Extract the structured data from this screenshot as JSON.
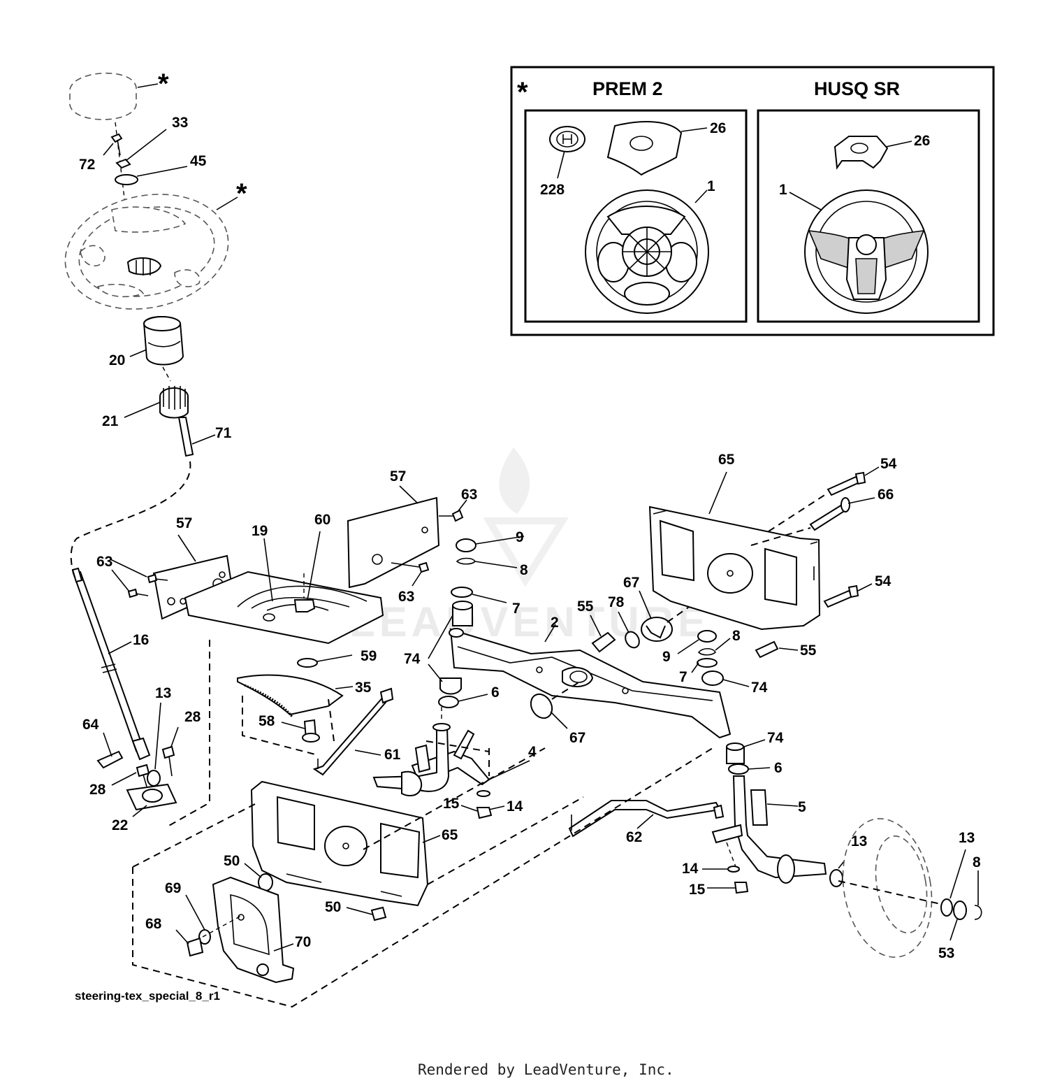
{
  "inset": {
    "marker": "*",
    "left_title": "PREM 2",
    "right_title": "HUSQ SR"
  },
  "drawing_code": "steering-tex_special_8_r1",
  "footer": "Rendered by LeadVenture, Inc.",
  "watermark": "LEADVENTURE",
  "labels": {
    "ast_top": "*",
    "ast_wheel": "*",
    "l33": "33",
    "l72": "72",
    "l45": "45",
    "l20": "20",
    "l21": "21",
    "l71": "71",
    "l57a": "57",
    "l57b": "57",
    "l63a": "63",
    "l63b": "63",
    "l63c": "63",
    "l19": "19",
    "l60": "60",
    "l59": "59",
    "l35": "35",
    "l58": "58",
    "l16": "16",
    "l13a": "13",
    "l28a": "28",
    "l28b": "28",
    "l64": "64",
    "l22": "22",
    "l61": "61",
    "l4": "4",
    "l15a": "15",
    "l14a": "14",
    "l9a": "9",
    "l8a": "8",
    "l7a": "7",
    "l74a": "74",
    "l6a": "6",
    "l2": "2",
    "l55a": "55",
    "l78": "78",
    "l67a": "67",
    "l67b": "67",
    "l65a": "65",
    "l54a": "54",
    "l66": "66",
    "l54b": "54",
    "l55b": "55",
    "l9b": "9",
    "l8b": "8",
    "l7b": "7",
    "l74b": "74",
    "l74c": "74",
    "l6b": "6",
    "l5": "5",
    "l62": "62",
    "l14b": "14",
    "l15b": "15",
    "l13b": "13",
    "l13c": "13",
    "l8c": "8",
    "l53": "53",
    "l65b": "65",
    "l50a": "50",
    "l50b": "50",
    "l69": "69",
    "l68": "68",
    "l70": "70",
    "l26a": "26",
    "l228": "228",
    "l1a": "1",
    "l26b": "26",
    "l1b": "1"
  }
}
